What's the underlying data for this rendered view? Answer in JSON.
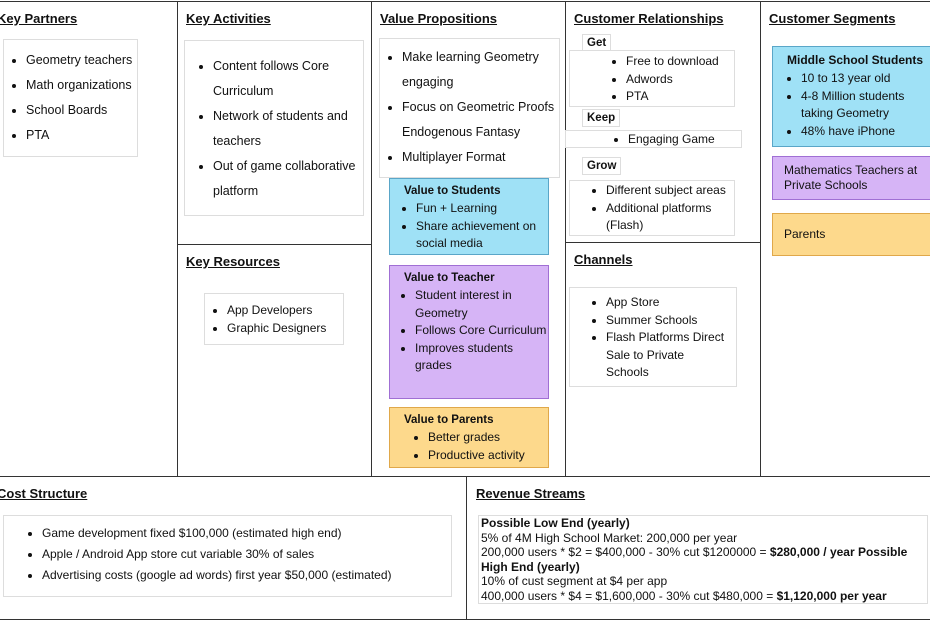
{
  "key_partners": {
    "title": "Key Partners",
    "items": [
      "Geometry teachers",
      "Math organizations",
      "School Boards",
      "PTA"
    ]
  },
  "key_activities": {
    "title": "Key Activities",
    "items": [
      "Content follows Core Curriculum",
      "Network of students and teachers",
      "Out of game collaborative platform"
    ]
  },
  "key_resources": {
    "title": "Key Resources",
    "items": [
      "App Developers",
      "Graphic Designers"
    ]
  },
  "value_propositions": {
    "title": "Value Propositions",
    "items": [
      "Make learning Geometry engaging",
      "Focus on Geometric Proofs Endogenous Fantasy",
      "Multiplayer Format"
    ],
    "students": {
      "title": "Value to Students",
      "items": [
        "Fun + Learning",
        "Share achievement on social media"
      ]
    },
    "teacher": {
      "title": "Value to Teacher",
      "items": [
        "Student interest in Geometry",
        "Follows Core Curriculum",
        "Improves students grades"
      ]
    },
    "parents": {
      "title": "Value to Parents",
      "items": [
        "Better grades",
        "Productive activity"
      ]
    }
  },
  "customer_relationships": {
    "title": "Customer Relationships",
    "get": {
      "label": "Get",
      "items": [
        "Free to download",
        "Adwords",
        "PTA"
      ]
    },
    "keep": {
      "label": "Keep",
      "items": [
        "Engaging Game"
      ]
    },
    "grow": {
      "label": "Grow",
      "items": [
        "Different subject areas",
        "Additional platforms (Flash)"
      ]
    }
  },
  "channels": {
    "title": "Channels",
    "items": [
      "App Store",
      "Summer Schools",
      "Flash Platforms Direct Sale to Private Schools"
    ]
  },
  "customer_segments": {
    "title": "Customer Segments",
    "middle": {
      "title": "Middle School Students",
      "items": [
        "10 to 13 year old",
        "4-8 Million students taking Geometry",
        "48% have iPhone"
      ]
    },
    "teachers": "Mathematics Teachers at Private Schools",
    "parents": "Parents"
  },
  "cost_structure": {
    "title": "Cost Structure",
    "items": [
      "Game development fixed $100,000 (estimated high end)",
      "Apple / Android App store cut variable 30% of sales",
      "Advertising costs (google ad words)  first year $50,000 (estimated)"
    ]
  },
  "revenue_streams": {
    "title": "Revenue Streams",
    "low_title": "Possible Low End (yearly)",
    "low_1": "5% of 4M High School Market:  200,000 per year",
    "low_2": "200,000 users * $2 = $400,000 - 30% cut $1200000 = ",
    "low_result": "$280,000 / year",
    "high_title": " Possible High End (yearly)",
    "high_1": "10% of cust segment at $4 per app",
    "high_2": "400,000 users * $4 = $1,600,000 - 30% cut $480,000 = ",
    "high_result": "$1,120,000 per year"
  },
  "colors": {
    "blue": "#9fe1f6",
    "purple": "#d6b4f6",
    "orange": "#fdd98c"
  }
}
